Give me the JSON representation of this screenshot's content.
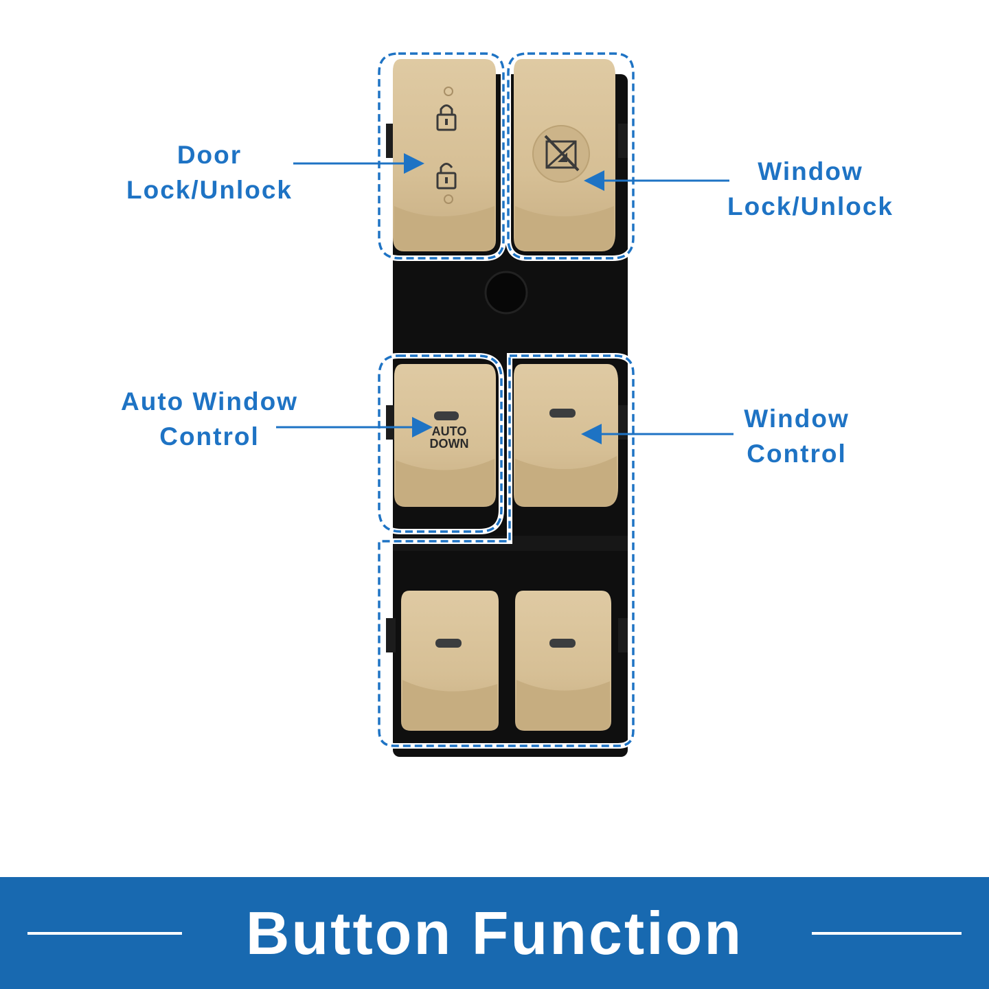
{
  "callouts": {
    "door_lock": [
      "Door",
      "Lock/Unlock"
    ],
    "window_lock": [
      "Window",
      "Lock/Unlock"
    ],
    "auto_window": [
      "Auto Window",
      "Control"
    ],
    "window_control": [
      "Window",
      "Control"
    ]
  },
  "switch": {
    "auto_button_text": [
      "AUTO",
      "DOWN"
    ]
  },
  "banner": {
    "title": "Button Function"
  },
  "colors": {
    "accent": "#1e73c4",
    "banner": "#1869b0",
    "button_beige": "#d8c29a",
    "housing": "#0e0e0e"
  },
  "icons": [
    "lock-closed-icon",
    "lock-open-icon",
    "window-lock-icon",
    "indicator-slot-icon"
  ]
}
